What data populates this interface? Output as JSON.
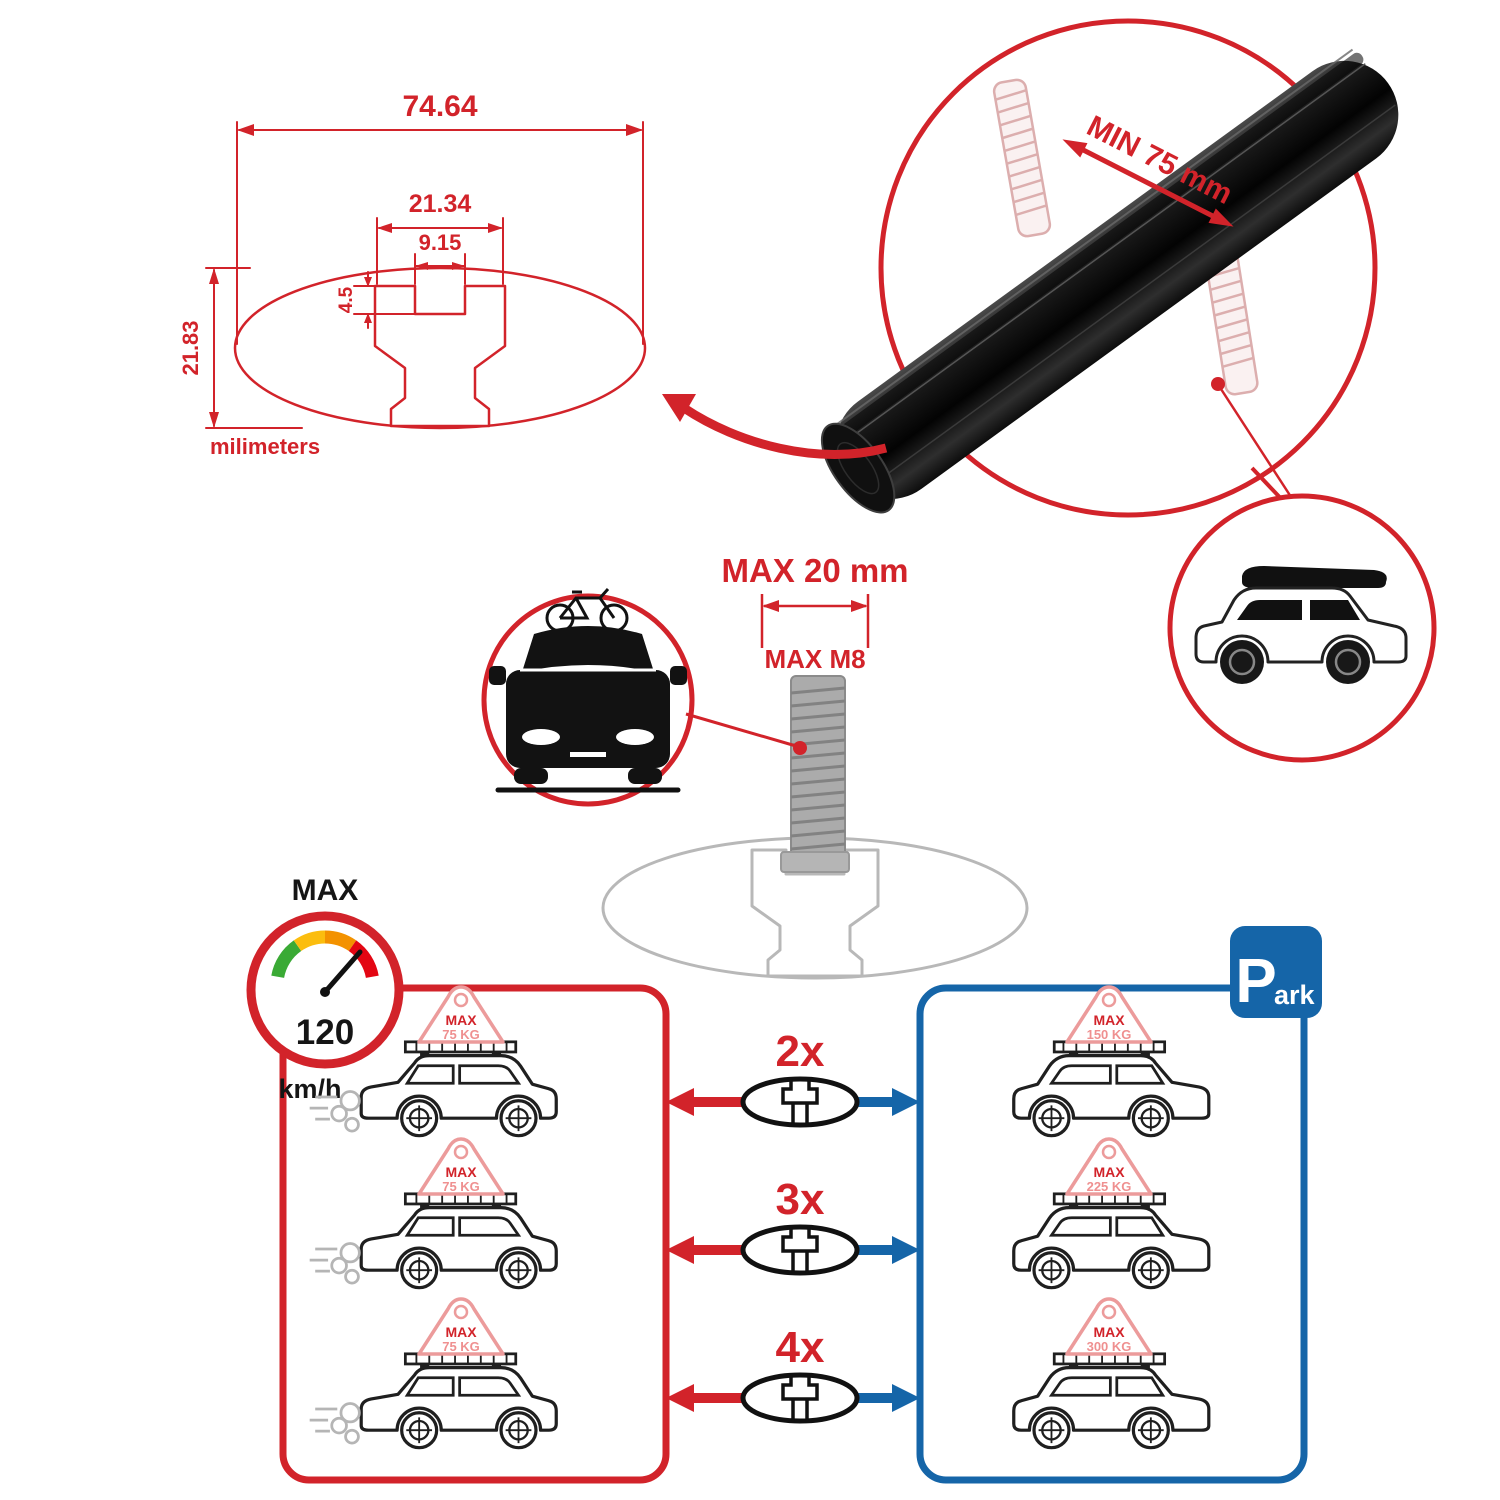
{
  "colors": {
    "accent_red": "#d2232a",
    "accent_blue": "#1565a8",
    "faded_grey": "#b8b8b8",
    "badge_pink": "#ec9b9b",
    "gauge_green": "#3aaa35",
    "gauge_yellow": "#fbbd0e",
    "gauge_orange": "#f39200",
    "gauge_red": "#e30613",
    "bar_black": "#111111"
  },
  "dimensions": {
    "total_width": "74.64",
    "slot_outer": "21.34",
    "slot_inner": "9.15",
    "lip_depth": "4.5",
    "total_height": "21.83",
    "units": "milimeters"
  },
  "crossbar": {
    "min_span": "MIN 75 mm"
  },
  "bolt": {
    "max_width": "MAX 20 mm",
    "max_size": "MAX M8"
  },
  "speed_limit": {
    "label": "MAX",
    "value": "120",
    "unit": "km/h"
  },
  "bar_options": [
    {
      "label": "2x"
    },
    {
      "label": "3x"
    },
    {
      "label": "4x"
    }
  ],
  "driving_panel": {
    "cars": [
      {
        "badge_label": "MAX",
        "badge_value": "75 KG"
      },
      {
        "badge_label": "MAX",
        "badge_value": "75 KG"
      },
      {
        "badge_label": "MAX",
        "badge_value": "75 KG"
      }
    ]
  },
  "parked_panel": {
    "sign_letter": "P",
    "sign_suffix": "ark",
    "cars": [
      {
        "badge_label": "MAX",
        "badge_value": "150 KG"
      },
      {
        "badge_label": "MAX",
        "badge_value": "225 KG"
      },
      {
        "badge_label": "MAX",
        "badge_value": "300 KG"
      }
    ]
  }
}
